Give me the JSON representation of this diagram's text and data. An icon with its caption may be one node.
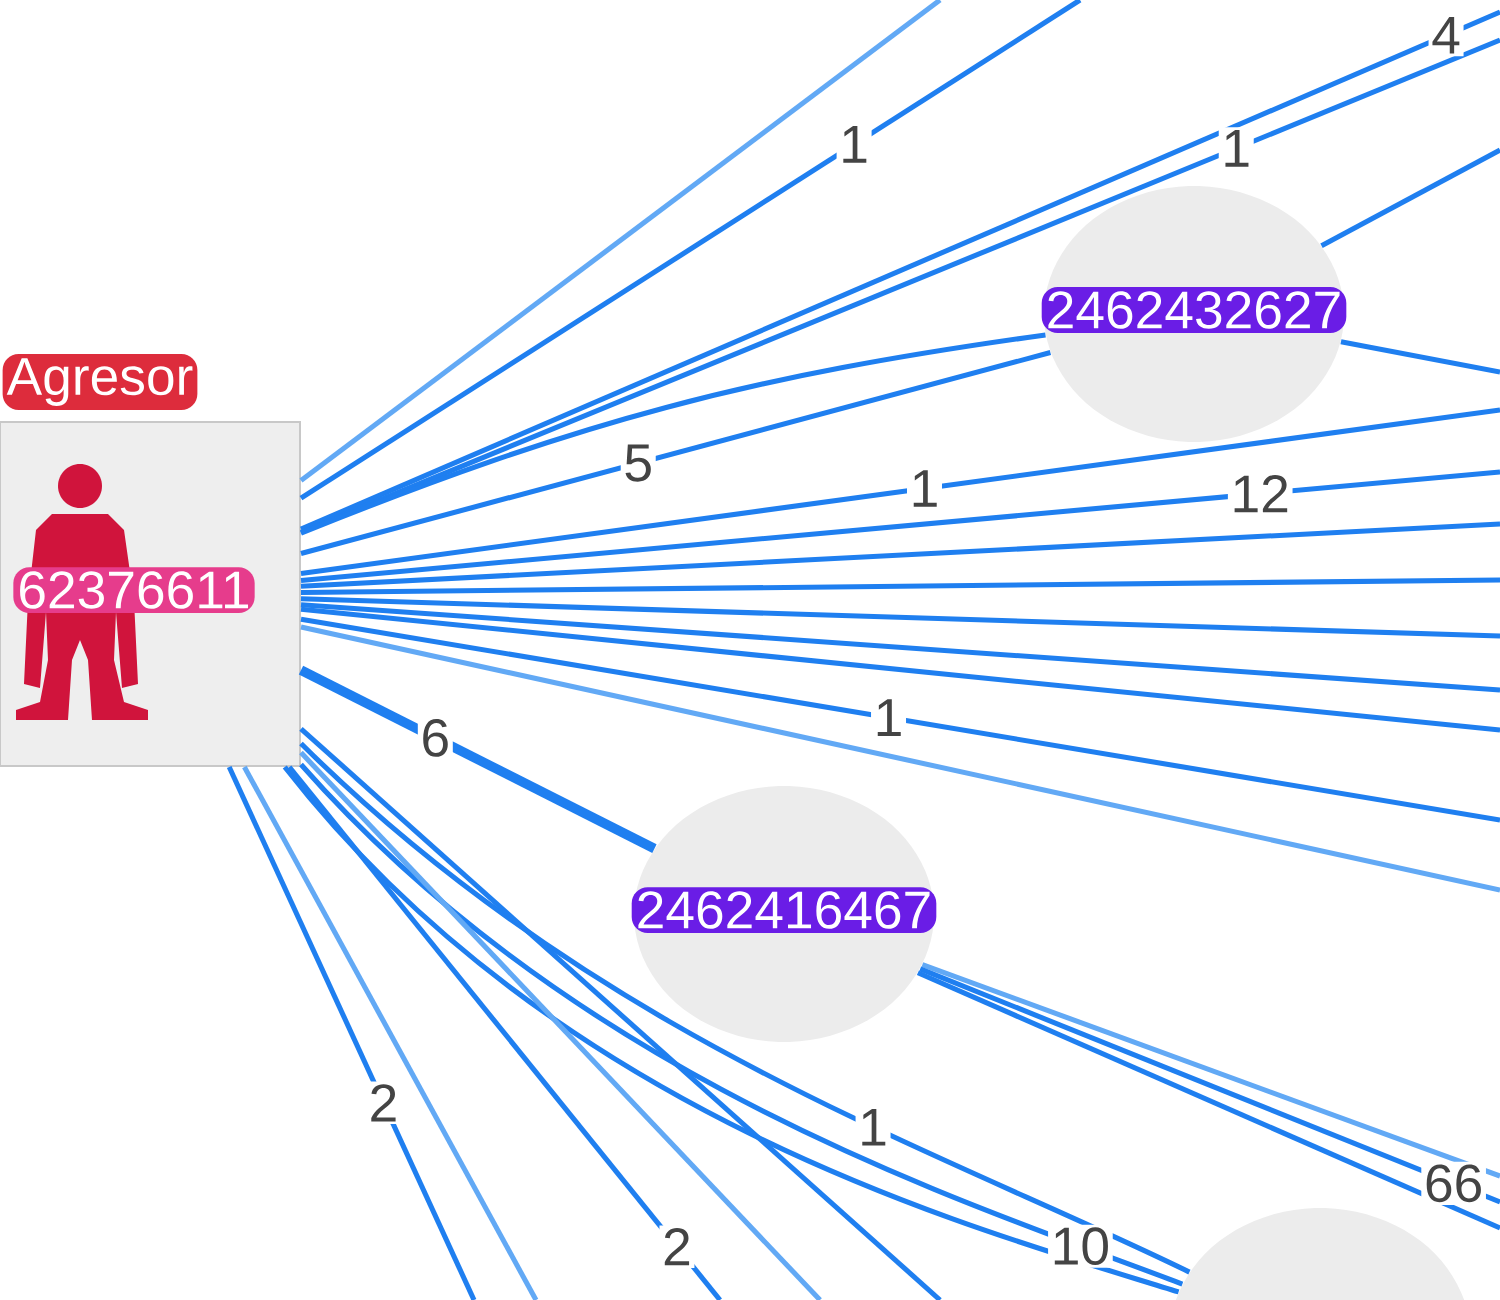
{
  "diagram": {
    "nodes": [
      {
        "text": [
          "Agresor",
          "62376611"
        ]
      },
      {
        "text": [
          "2462432627"
        ]
      },
      {
        "text": [
          "2462416467"
        ]
      },
      {
        "text": [],
        "shape": "circle"
      }
    ],
    "edges": [
      {
        "from": 0,
        "to": null,
        "arrow": "none",
        "color": "#62a9f5"
      },
      {
        "from": 0,
        "to": null,
        "arrow": "none",
        "label": "1"
      },
      {
        "from": 0,
        "to": null,
        "arrow": "none",
        "label": "4"
      },
      {
        "from": 0,
        "to": null,
        "arrow": "none",
        "label": "1"
      },
      {
        "from": 0,
        "to": 1,
        "arrow": "none",
        "label": "5"
      },
      {
        "from": 0,
        "to": 1,
        "arrow": "none"
      },
      {
        "from": 0,
        "to": null,
        "arrow": "none",
        "label": "1"
      },
      {
        "from": 0,
        "to": null,
        "arrow": "none",
        "label": "12"
      },
      {
        "from": 0,
        "to": null,
        "arrow": "none"
      },
      {
        "from": 0,
        "to": null,
        "arrow": "none"
      },
      {
        "from": 0,
        "to": null,
        "arrow": "none"
      },
      {
        "from": 0,
        "to": null,
        "arrow": "none"
      },
      {
        "from": 0,
        "to": null,
        "arrow": "none"
      },
      {
        "from": 0,
        "to": null,
        "arrow": "none",
        "label": "1"
      },
      {
        "from": 0,
        "to": null,
        "arrow": "none",
        "color": "#62a9f5"
      },
      {
        "from": 0,
        "to": 2,
        "arrow": "none",
        "label": "6",
        "style": "thick"
      },
      {
        "from": 0,
        "to": 3,
        "arrow": "none",
        "label": "1"
      },
      {
        "from": 0,
        "to": 3,
        "arrow": "none",
        "label": "10"
      },
      {
        "from": 0,
        "to": 3,
        "arrow": "none"
      },
      {
        "from": 0,
        "to": null,
        "arrow": "none",
        "label": "2"
      },
      {
        "from": 0,
        "to": null,
        "arrow": "none",
        "color": "#62a9f5"
      },
      {
        "from": 0,
        "to": null,
        "arrow": "none",
        "label": "2"
      },
      {
        "from": 0,
        "to": null,
        "arrow": "none",
        "color": "#62a9f5"
      },
      {
        "from": 0,
        "to": null,
        "arrow": "none"
      },
      {
        "from": 1,
        "to": null,
        "arrow": "none"
      },
      {
        "from": 1,
        "to": null,
        "arrow": "none"
      },
      {
        "from": 2,
        "to": null,
        "arrow": "none",
        "color": "#62a9f5"
      },
      {
        "from": 2,
        "to": null,
        "arrow": "none",
        "label": "66"
      },
      {
        "from": 2,
        "to": null,
        "arrow": "none"
      }
    ]
  }
}
